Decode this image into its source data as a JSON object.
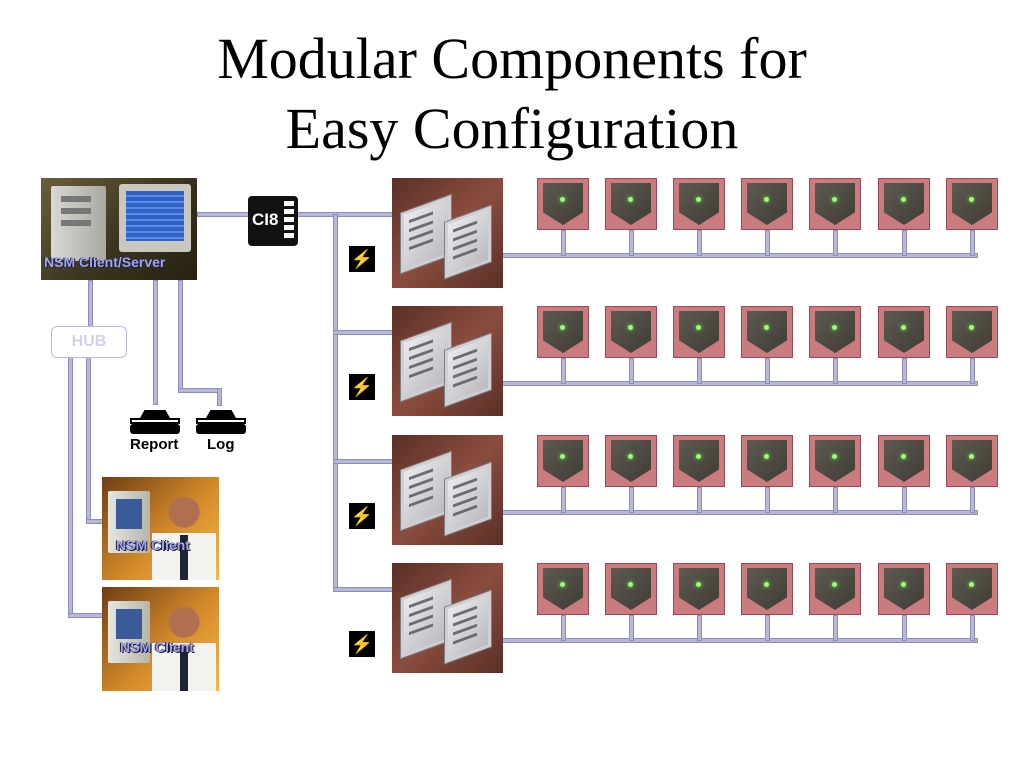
{
  "title": {
    "line1": "Modular Components for",
    "line2": "Easy Configuration"
  },
  "server": {
    "label": "NSM Client/Server"
  },
  "hub": {
    "label": "HUB"
  },
  "ci8": {
    "label": "CI8"
  },
  "printers": [
    {
      "label": "Report"
    },
    {
      "label": "Log"
    }
  ],
  "clients": [
    {
      "label": "NSM Client"
    },
    {
      "label": "NSM Client"
    }
  ],
  "power_icon": "⚡",
  "colors": {
    "wire": "#b7b7d9",
    "caption": "#9fa4ff",
    "reader_bezel": "#c97b80",
    "controller_bg": "#8a4d3e"
  }
}
